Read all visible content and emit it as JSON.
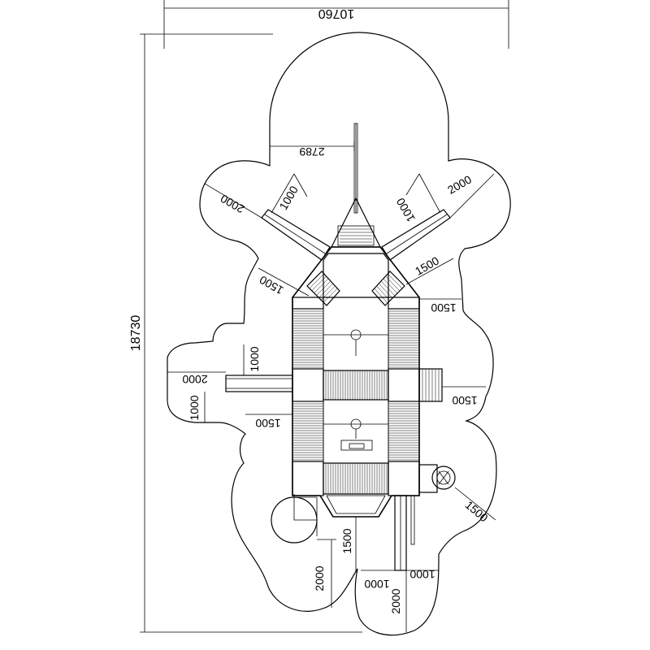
{
  "drawing": {
    "overall_width": "10760",
    "overall_length": "18730",
    "dimensions": {
      "top_gap": "2789",
      "left_arm_length": "1000",
      "left_arm_zone": "2000",
      "right_arm_length": "1000",
      "right_arm_zone": "2000",
      "left_diag_zone": "1500",
      "right_diag_zone": "1500",
      "right_upper_zone": "1500",
      "left_slide_height": "1000",
      "left_slide_zone": "2000",
      "left_lower_height": "1000",
      "left_lower_zone": "1500",
      "right_stair_zone": "1500",
      "right_wheel_zone": "1500",
      "bottom_left_zone": "2000",
      "bottom_center_height": "1500",
      "bottom_slide_left": "1000",
      "bottom_slide_right": "1000",
      "bottom_slide_zone": "2000"
    }
  }
}
